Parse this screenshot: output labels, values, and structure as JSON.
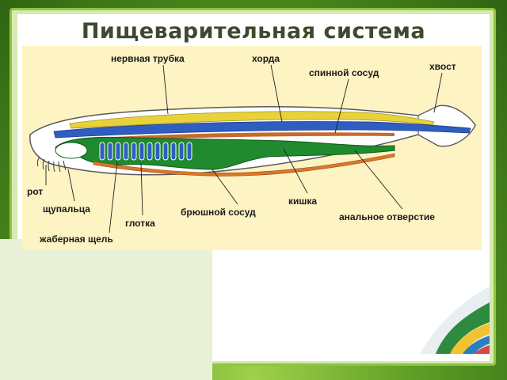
{
  "slide": {
    "title": "Пищеварительная система"
  },
  "diagram": {
    "labels": {
      "nerve_tube": "нервная трубка",
      "chord": "хорда",
      "dorsal_vessel": "спинной сосуд",
      "tail": "хвост",
      "mouth": "рот",
      "tentacles": "щупальца",
      "gill_slit": "жаберная щель",
      "pharynx": "глотка",
      "ventral_vessel": "брюшной сосуд",
      "intestine": "кишка",
      "anus": "анальное отверстие"
    }
  },
  "colors": {
    "nerve_tube": "#e8d23a",
    "chord": "#2f5ec0",
    "dorsal_vessel": "#c86a2a",
    "digestive": "#1f8a2e",
    "ventral_vessel": "#d9782a",
    "panel": "#fdf3c3"
  }
}
